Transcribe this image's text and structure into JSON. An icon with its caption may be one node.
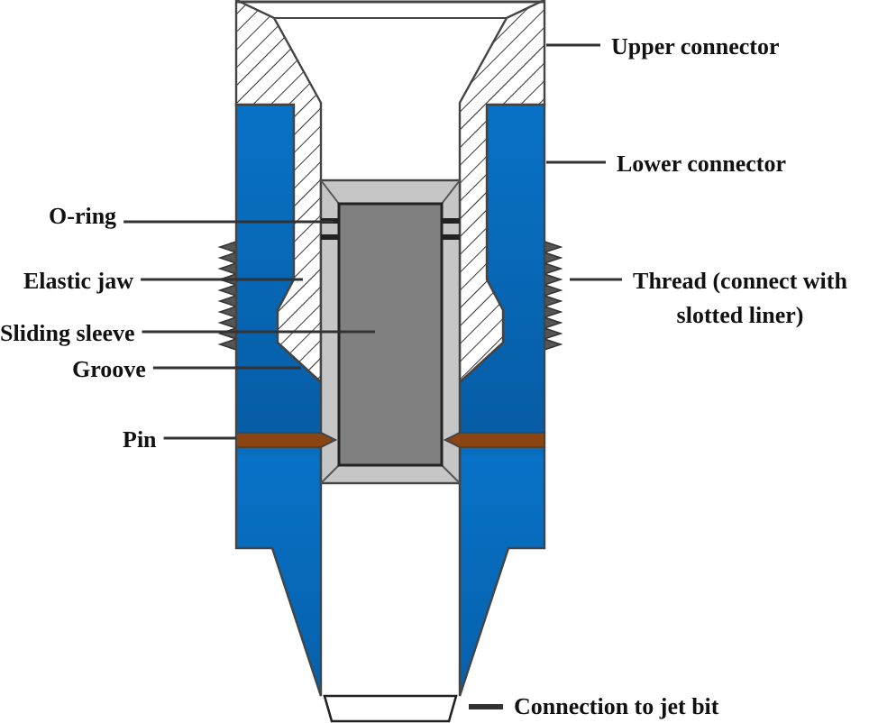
{
  "diagram": {
    "nodes": [
      {
        "text": [
          "Upper connector"
        ]
      },
      {
        "text": [
          "Lower connector"
        ]
      },
      {
        "text": [
          "O-ring"
        ]
      },
      {
        "text": [
          "Elastic jaw"
        ]
      },
      {
        "text": [
          "Thread (connect with slotted liner)"
        ]
      },
      {
        "text": [
          "Sliding sleeve"
        ]
      },
      {
        "text": [
          "Groove"
        ]
      },
      {
        "text": [
          "Pin"
        ]
      },
      {
        "text": [
          "Connection to jet bit"
        ]
      }
    ],
    "edges": [
      {
        "from": 0,
        "to": null,
        "arrow": "none"
      },
      {
        "from": 1,
        "to": null,
        "arrow": "none"
      },
      {
        "from": 2,
        "to": null,
        "arrow": "none"
      },
      {
        "from": 3,
        "to": null,
        "arrow": "none"
      },
      {
        "from": 4,
        "to": null,
        "arrow": "none"
      },
      {
        "from": 5,
        "to": null,
        "arrow": "none"
      },
      {
        "from": 6,
        "to": null,
        "arrow": "none"
      },
      {
        "from": 7,
        "to": null,
        "arrow": "none"
      },
      {
        "from": 8,
        "to": null,
        "arrow": "none",
        "style": "thick"
      }
    ]
  }
}
